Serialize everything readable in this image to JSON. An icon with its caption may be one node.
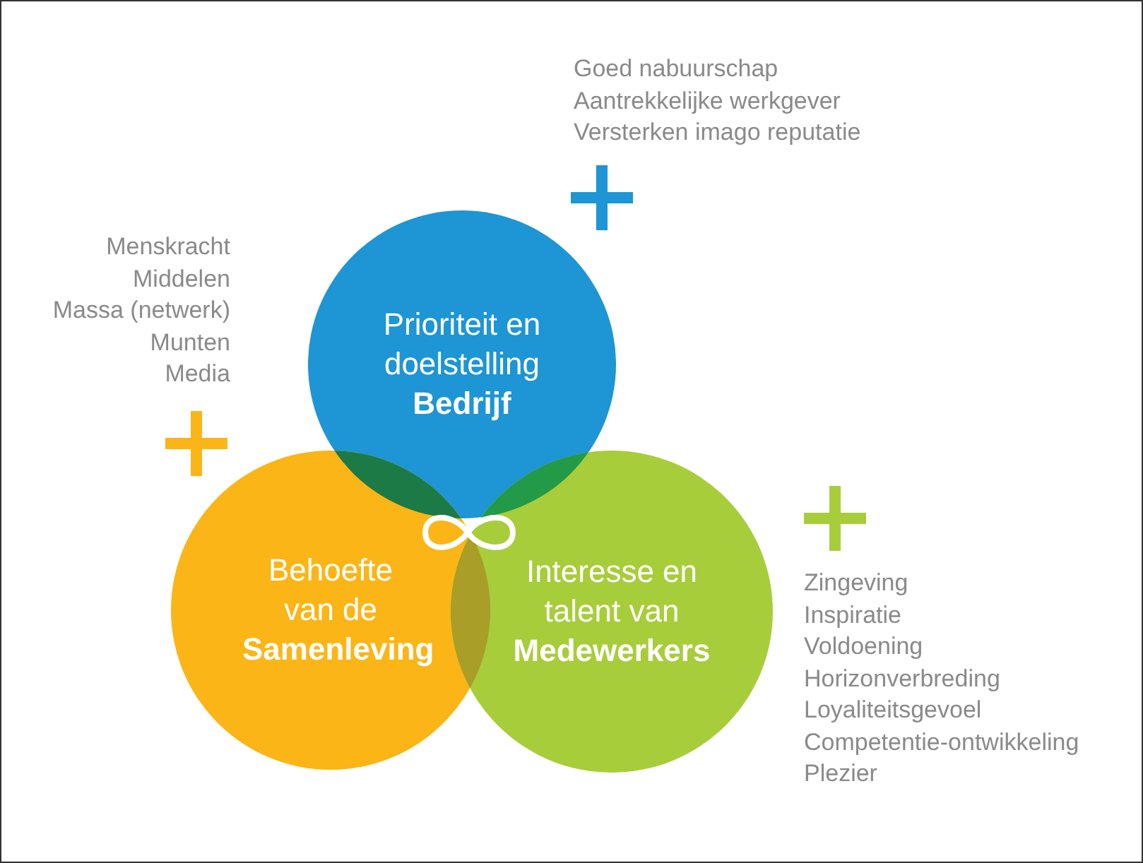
{
  "diagram": {
    "nodes": [
      {
        "text": [
          "Prioriteit en doelstelling",
          "Bedrijf"
        ]
      },
      {
        "text": [
          "Behoefte van de",
          "Samenleving"
        ]
      },
      {
        "text": [
          "Interesse en talent van",
          "Medewerkers"
        ]
      }
    ],
    "labels": [
      "Goed nabuurschap",
      "Aantrekkelijke werkgever",
      "Versterken imago reputatie",
      "Menskracht",
      "Middelen",
      "Massa (netwerk)",
      "Munten",
      "Media",
      "Zingeving",
      "Inspiratie",
      "Voldoening",
      "Horizonverbreding",
      "Loyaliteitsgevoel",
      "Competentie-ontwikkeling",
      "Plezier"
    ]
  }
}
